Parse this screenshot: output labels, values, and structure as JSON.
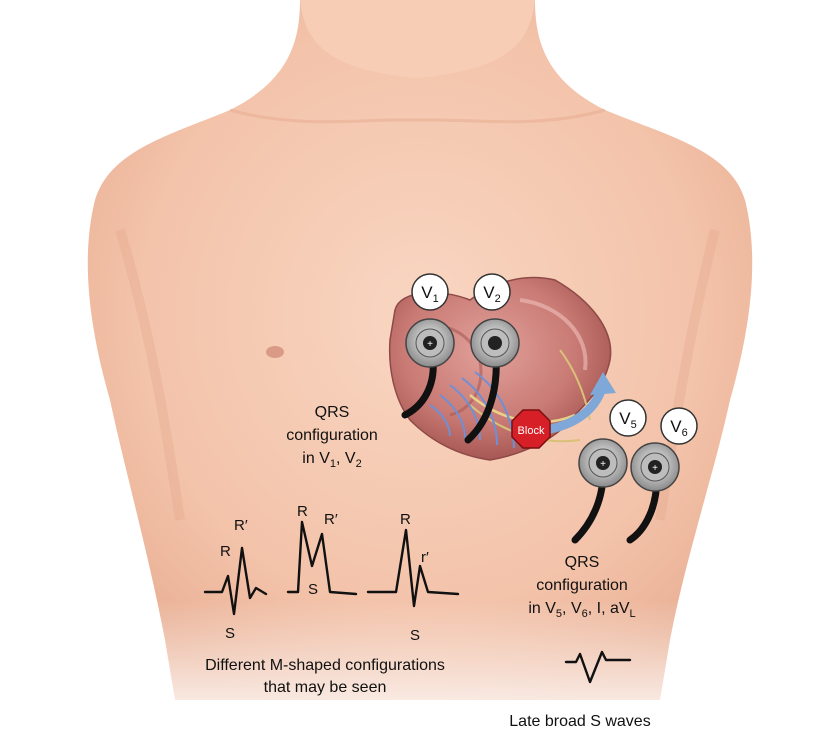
{
  "electrodes": [
    {
      "label": "V",
      "sub": "1"
    },
    {
      "label": "V",
      "sub": "2"
    },
    {
      "label": "V",
      "sub": "5"
    },
    {
      "label": "V",
      "sub": "6"
    }
  ],
  "block_label": "Block",
  "label_v1v2": {
    "line1": "QRS",
    "line2": "configuration",
    "line3_prefix": "in V",
    "s1": "1",
    "mid": ", V",
    "s2": "2"
  },
  "label_v5v6": {
    "line1": "QRS",
    "line2": "configuration",
    "line3_prefix": "in V",
    "s1": "5",
    "mid1": ", V",
    "s2": "6",
    "mid2": ", I, aV",
    "s3": "L"
  },
  "waves": {
    "w1": {
      "r": "R",
      "rp": "R′",
      "s": "S"
    },
    "w2": {
      "r": "R",
      "rp": "R′",
      "s": "S"
    },
    "w3": {
      "r": "R",
      "rp": "r′",
      "s": "S"
    }
  },
  "caption_m": {
    "line1": "Different M-shaped configurations",
    "line2": "that may be seen"
  },
  "caption_s": "Late broad S waves",
  "colors": {
    "skin": "#f6cbb4",
    "skin_shadow": "#e7ad93",
    "heart": "#c9736f",
    "block": "#d61f26",
    "arrow": "#7fa7d8"
  }
}
